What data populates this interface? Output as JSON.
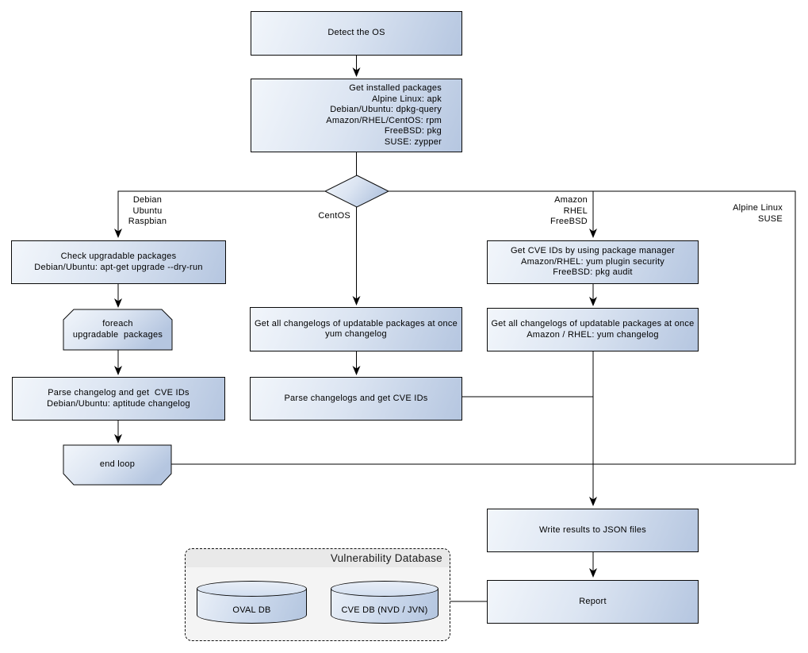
{
  "nodes": {
    "detect_os": {
      "lines": [
        "Detect the OS"
      ]
    },
    "get_installed_packages": {
      "lines": [
        "Get installed packages",
        "Alpine Linux: apk",
        "Debian/Ubuntu: dpkg-query",
        "Amazon/RHEL/CentOS: rpm",
        "FreeBSD: pkg",
        "SUSE: zypper"
      ]
    },
    "check_upgradable": {
      "lines": [
        "Check upgradable packages",
        "Debian/Ubuntu: apt-get upgrade --dry-run"
      ]
    },
    "foreach_loop": {
      "lines": [
        "foreach",
        "upgradable  packages"
      ]
    },
    "parse_changelog_deb": {
      "lines": [
        "Parse changelog and get  CVE IDs",
        "Debian/Ubuntu: aptitude changelog"
      ]
    },
    "end_loop": {
      "lines": [
        "end loop"
      ]
    },
    "get_changelogs_yum": {
      "lines": [
        "Get all changelogs of updatable packages at once",
        "yum changelog"
      ]
    },
    "parse_changelogs_yum": {
      "lines": [
        "Parse changelogs and get CVE IDs"
      ]
    },
    "get_cve_ids_pkg_mgr": {
      "lines": [
        "Get CVE IDs by using package manager",
        "Amazon/RHEL: yum plugin security",
        "FreeBSD: pkg audit"
      ]
    },
    "get_changelogs_amazon": {
      "lines": [
        "Get all changelogs of updatable packages at once",
        "Amazon / RHEL: yum changelog"
      ]
    },
    "write_results": {
      "lines": [
        "Write results to JSON files"
      ]
    },
    "report": {
      "lines": [
        "Report"
      ]
    }
  },
  "edge_labels": {
    "debian_branch": {
      "lines": [
        "Debian",
        "Ubuntu",
        "Raspbian"
      ]
    },
    "centos_branch": {
      "lines": [
        "CentOS"
      ]
    },
    "amazon_branch": {
      "lines": [
        "Amazon",
        "RHEL",
        "FreeBSD"
      ]
    },
    "alpine_branch": {
      "lines": [
        "Alpine Linux",
        "SUSE"
      ]
    }
  },
  "database": {
    "title": "Vulnerability Database",
    "oval_db": "OVAL DB",
    "cve_db": "CVE DB (NVD / JVN)"
  },
  "colors": {
    "node_fill_light": "#f2f6fb",
    "node_fill_dark": "#b5c6e0",
    "node_border": "#0a0a0a",
    "connector": "#000000",
    "db_background": "#f4f4f4",
    "db_header": "#e9e9e9"
  }
}
